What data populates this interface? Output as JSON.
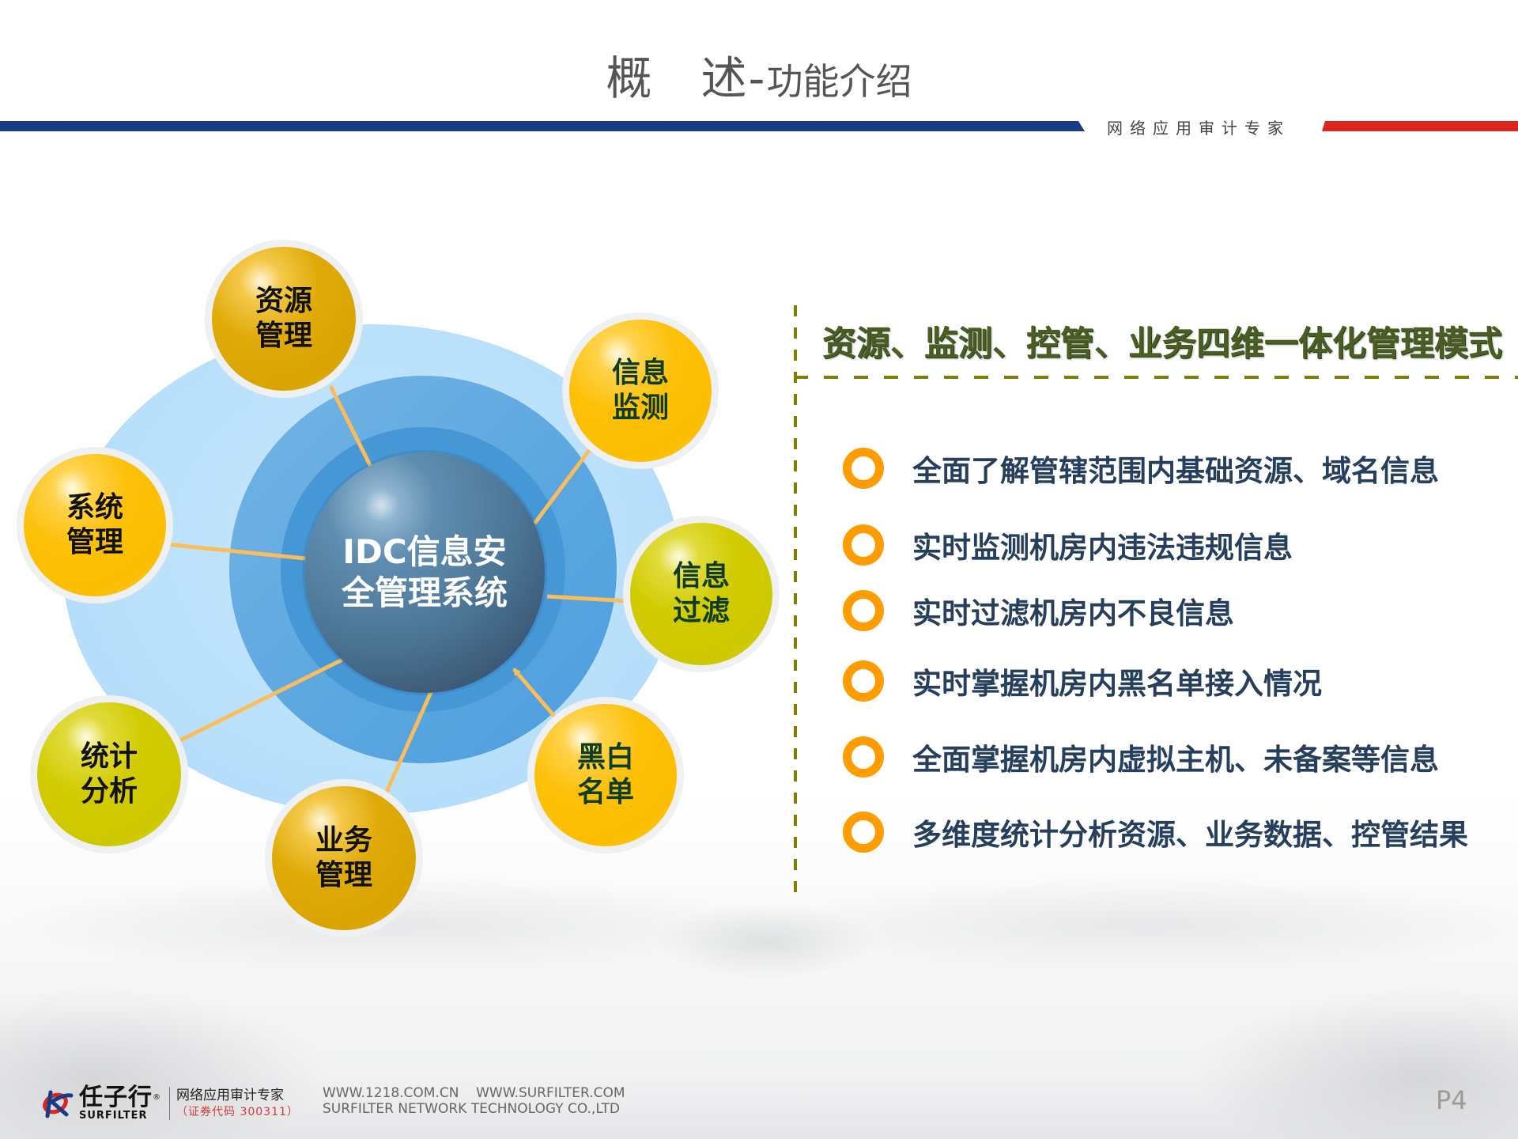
{
  "header": {
    "title_main": "概　述",
    "title_sep": "-",
    "title_sub": "功能介绍",
    "slogan": "网络应用审计专家",
    "colors": {
      "blue_bar": "#163c86",
      "red_bar": "#d9261f",
      "title": "#555555"
    }
  },
  "diagram": {
    "center": {
      "line1": "IDC信息安",
      "line2": "全管理系统"
    },
    "nodes": [
      {
        "id": "resource-management",
        "line1": "资源",
        "line2": "管理",
        "color": "gold",
        "text_color": "#111111"
      },
      {
        "id": "info-monitoring",
        "line1": "信息",
        "line2": "监测",
        "color": "amber",
        "text_color": "#0f3d24"
      },
      {
        "id": "info-filtering",
        "line1": "信息",
        "line2": "过滤",
        "color": "lime",
        "text_color": "#0f3d24"
      },
      {
        "id": "black-white-list",
        "line1": "黑白",
        "line2": "名单",
        "color": "amber",
        "text_color": "#0f3d24"
      },
      {
        "id": "business-management",
        "line1": "业务",
        "line2": "管理",
        "color": "gold",
        "text_color": "#111111"
      },
      {
        "id": "statistical-analysis",
        "line1": "统计",
        "line2": "分析",
        "color": "lime",
        "text_color": "#111111"
      },
      {
        "id": "system-management",
        "line1": "系统",
        "line2": "管理",
        "color": "amber",
        "text_color": "#111111"
      }
    ],
    "link_color": "#f9bd5c"
  },
  "panel": {
    "heading": "资源、监测、控管、业务四维一体化管理模式",
    "features": [
      "全面了解管辖范围内基础资源、域名信息",
      "实时监测机房内违法违规信息",
      "实时过滤机房内不良信息",
      "实时掌握机房内黑名单接入情况",
      "全面掌握机房内虚拟主机、未备案等信息",
      "多维度统计分析资源、业务数据、控管结果"
    ],
    "bullet_color": "#ff9c00",
    "text_color": "#253f5c",
    "heading_color": "#4a5d23",
    "divider_color": "#808000"
  },
  "footer": {
    "brand_cn": "任子行",
    "brand_reg": "®",
    "brand_en": "SURFILTER",
    "tagline": "网络应用审计专家",
    "stock_code": "（证券代码  300311）",
    "web_line1": "WWW.1218.COM.CN    WWW.SURFILTER.COM",
    "web_line2": "SURFILTER NETWORK TECHNOLOGY CO.,LTD",
    "page": "P4"
  }
}
